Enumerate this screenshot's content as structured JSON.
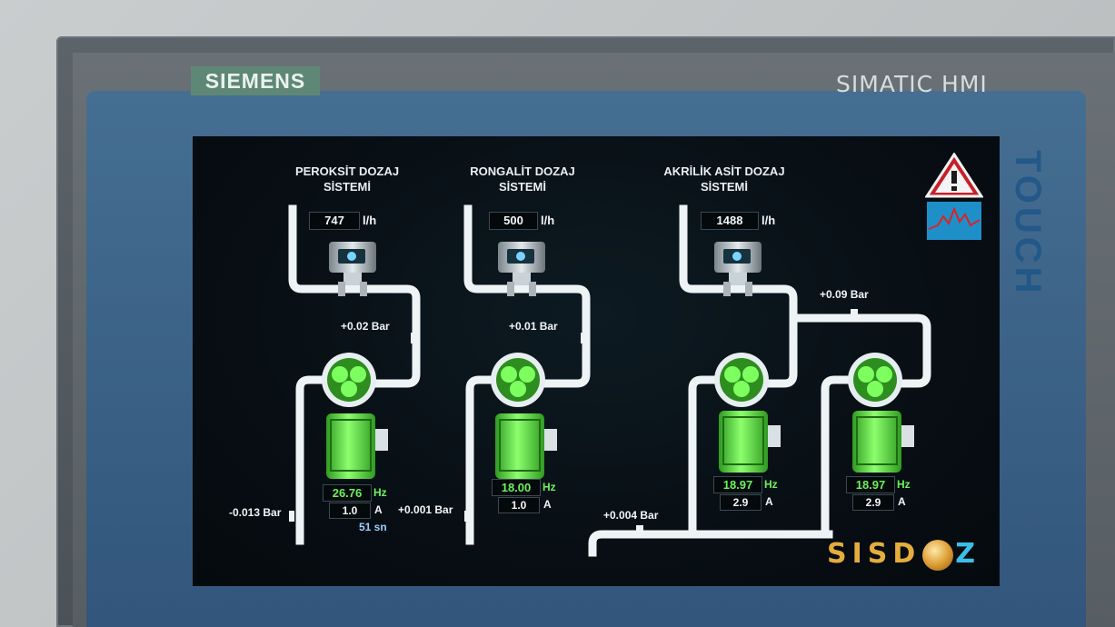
{
  "device": {
    "brand": "SIEMENS",
    "model": "SIMATIC HMI",
    "side_label": "TOUCH"
  },
  "systems": [
    {
      "title_line1": "PEROKSİT DOZAJ",
      "title_line2": "SİSTEMİ",
      "flow_value": "747",
      "flow_unit": "l/h",
      "pressure_out": "+0.02 Bar",
      "pressure_in": "-0.013 Bar",
      "pumps": [
        {
          "hz": "26.76",
          "amp": "1.0"
        }
      ],
      "timer": "51 sn"
    },
    {
      "title_line1": "RONGALİT DOZAJ",
      "title_line2": "SİSTEMİ",
      "flow_value": "500",
      "flow_unit": "l/h",
      "pressure_out": "+0.01 Bar",
      "pressure_in": "+0.001 Bar",
      "pumps": [
        {
          "hz": "18.00",
          "amp": "1.0"
        }
      ]
    },
    {
      "title_line1": "AKRİLİK ASİT DOZAJ",
      "title_line2": "SİSTEMİ",
      "flow_value": "1488",
      "flow_unit": "l/h",
      "pressure_out": "+0.09 Bar",
      "pressure_in": "+0.004 Bar",
      "pumps": [
        {
          "hz": "18.97",
          "amp": "2.9"
        },
        {
          "hz": "18.97",
          "amp": "2.9"
        }
      ]
    }
  ],
  "units": {
    "hz": "Hz",
    "amp": "A"
  },
  "logo": {
    "part1": "SIS",
    "part2": "D",
    "part3": "Z"
  },
  "colors": {
    "pipe": "#eef3f6",
    "running_green": "#57e83c",
    "screen_bg": "#070d12",
    "alarm_red": "#c8202a"
  }
}
